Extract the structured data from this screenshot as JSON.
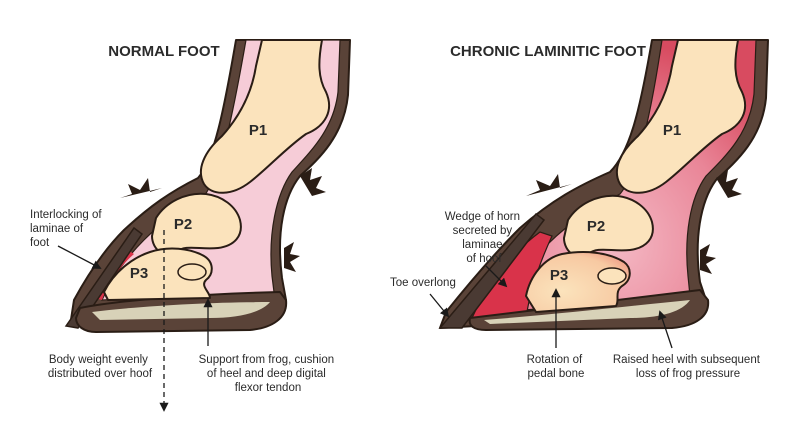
{
  "left_diagram": {
    "title": "NORMAL FOOT",
    "bones": {
      "p1": "P1",
      "p2": "P2",
      "p3": "P3"
    },
    "annotations": {
      "laminae": [
        "Interlocking of",
        "laminae of",
        "foot"
      ],
      "body_weight": [
        "Body weight evenly",
        "distributed over hoof"
      ],
      "support": [
        "Support from frog, cushion",
        "of heel and deep digital",
        "flexor tendon"
      ]
    }
  },
  "right_diagram": {
    "title": "CHRONIC LAMINITIC FOOT",
    "bones": {
      "p1": "P1",
      "p2": "P2",
      "p3": "P3"
    },
    "annotations": {
      "wedge": [
        "Wedge of horn",
        "secreted by",
        "laminae",
        "of hoof"
      ],
      "toe": [
        "Toe overlong"
      ],
      "rotation": [
        "Rotation of",
        "pedal bone"
      ],
      "heel": [
        "Raised heel with subsequent",
        "loss of frog pressure"
      ]
    }
  },
  "colors": {
    "hoof_brown": "#5a4338",
    "dark_outline": "#2a1d15",
    "bone": "#fbe3bc",
    "soft_tissue": "#f6ccd7",
    "laminae_red": "#d9334a",
    "sole": "#d8d2b8",
    "inflamed": "#e05a6e"
  }
}
